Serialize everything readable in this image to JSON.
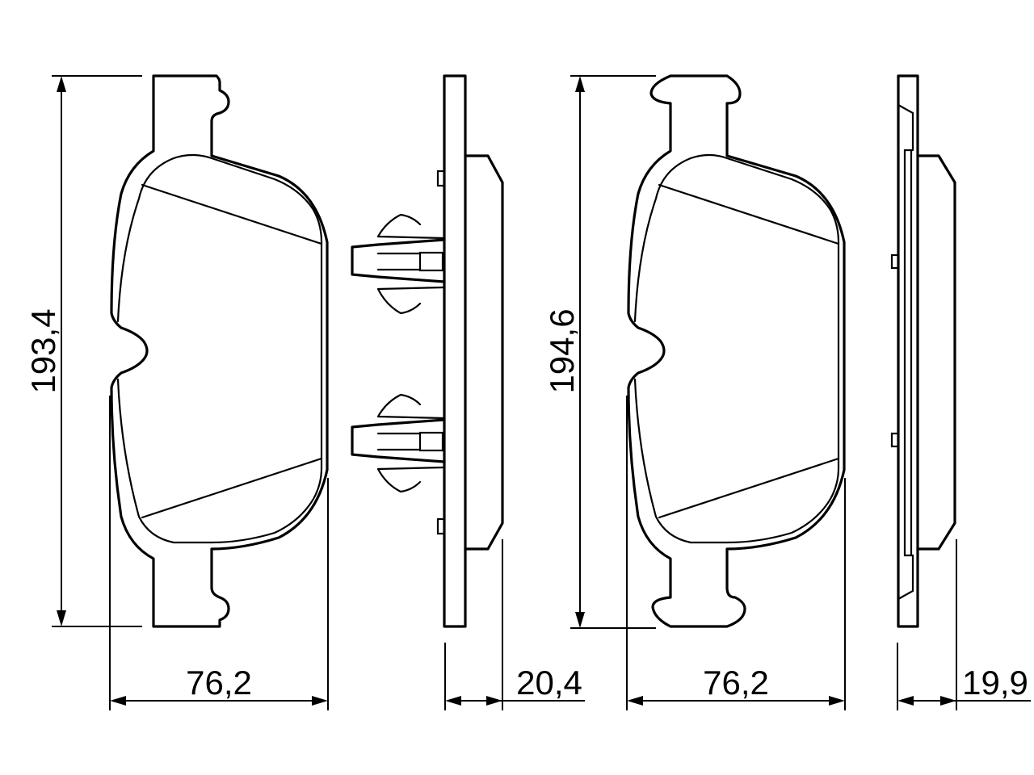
{
  "dimensions": {
    "pad1_height": "193,4",
    "pad1_width": "76,2",
    "pad1_thickness": "20,4",
    "pad2_height": "194,6",
    "pad2_width": "76,2",
    "pad2_thickness": "19,9"
  },
  "colors": {
    "line": "#000000",
    "background": "#ffffff"
  }
}
